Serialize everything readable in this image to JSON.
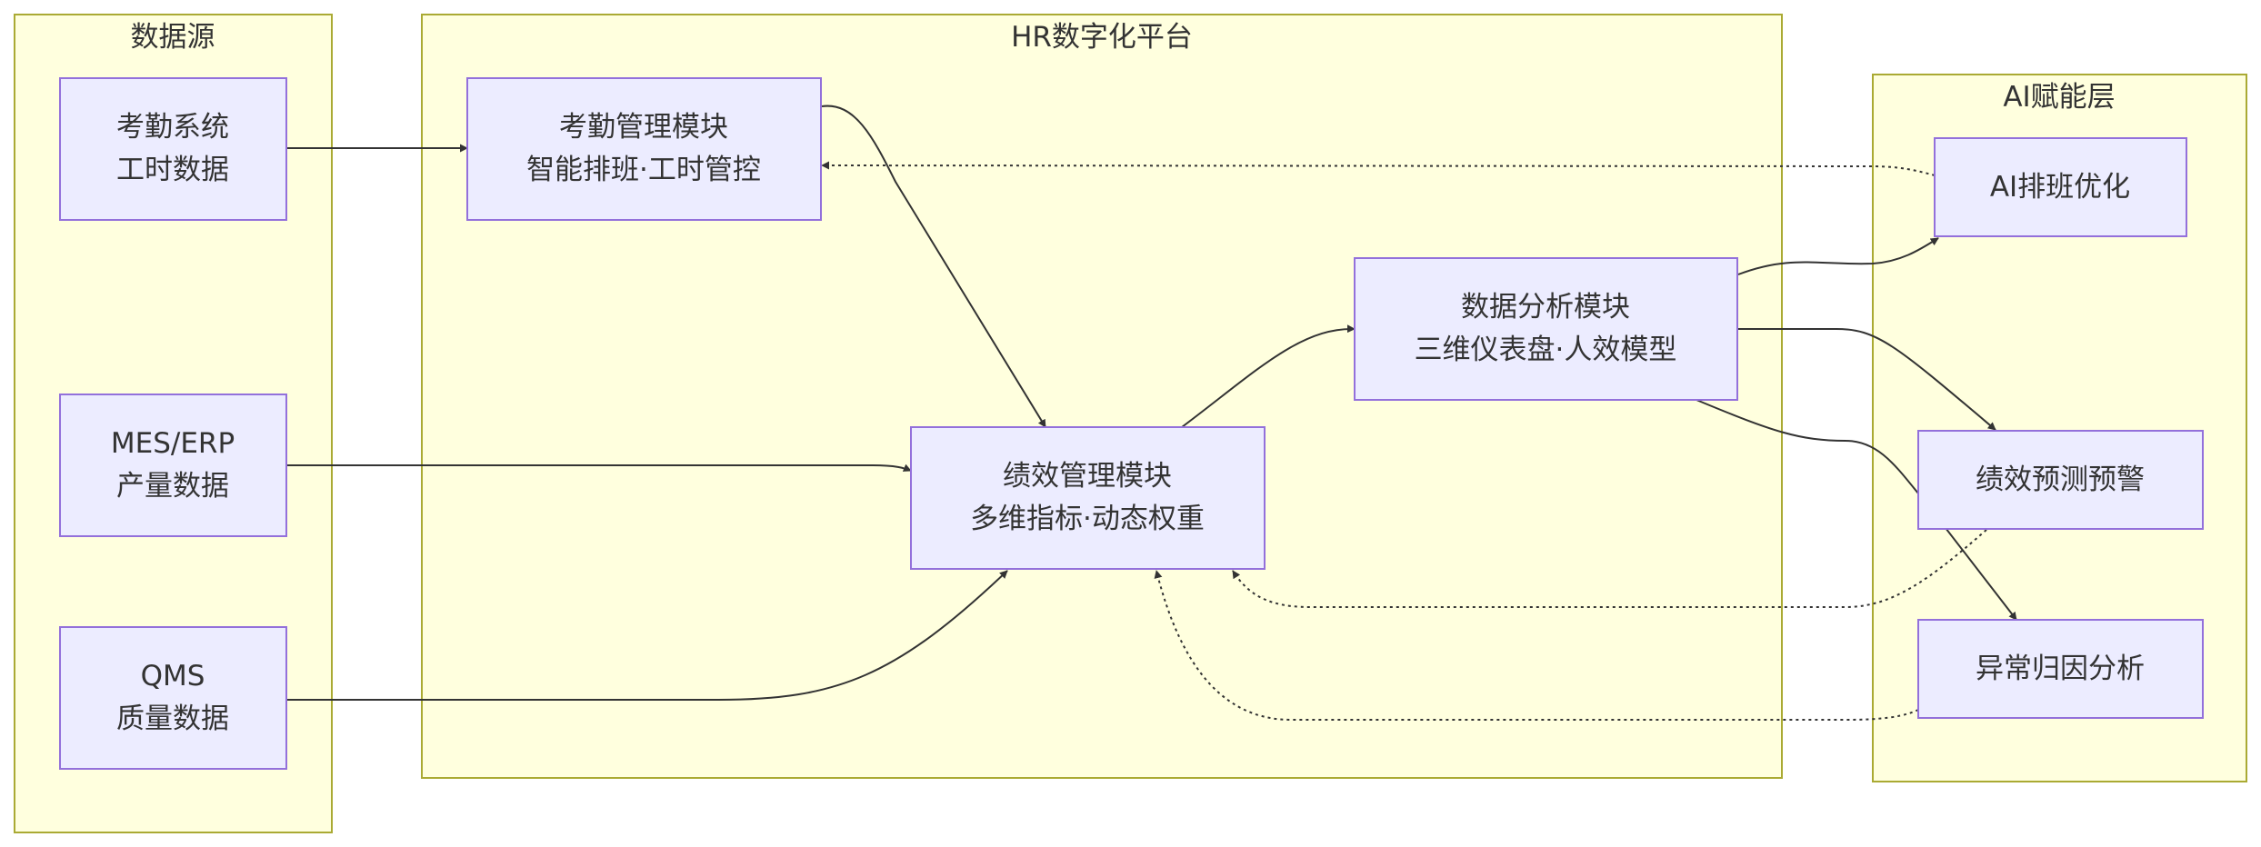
{
  "clusters": {
    "sources": {
      "label": "数据源"
    },
    "platform": {
      "label": "HR数字化平台"
    },
    "ai": {
      "label": "AI赋能层"
    }
  },
  "nodes": {
    "attendance_system": {
      "line1": "考勤系统",
      "line2": "工时数据"
    },
    "mes_erp": {
      "line1": "MES/ERP",
      "line2": "产量数据"
    },
    "qms": {
      "line1": "QMS",
      "line2": "质量数据"
    },
    "attendance_module": {
      "line1": "考勤管理模块",
      "line2": "智能排班·工时管控"
    },
    "performance_module": {
      "line1": "绩效管理模块",
      "line2": "多维指标·动态权重"
    },
    "analytics_module": {
      "line1": "数据分析模块",
      "line2": "三维仪表盘·人效模型"
    },
    "ai_scheduling": {
      "line1": "AI排班优化"
    },
    "performance_alert": {
      "line1": "绩效预测预警"
    },
    "anomaly_analysis": {
      "line1": "异常归因分析"
    }
  },
  "colors": {
    "cluster_fill": "#ffffde",
    "cluster_stroke": "#aaaa33",
    "node_fill": "#ececff",
    "node_stroke": "#9370db",
    "edge": "#333333",
    "text": "#333333"
  }
}
